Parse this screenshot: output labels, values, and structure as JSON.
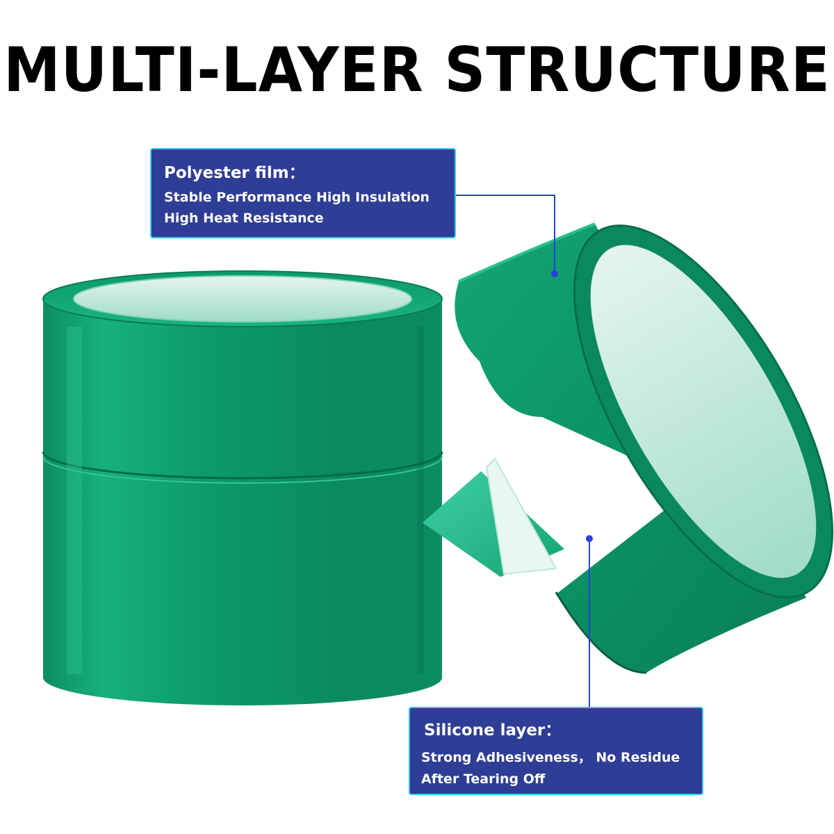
{
  "headline": "MULTI-LAYER STRUCTURE",
  "callouts": {
    "polyester": {
      "title": "Polyester film：",
      "lines": [
        "Stable Performance High Insulation",
        "High Heat Resistance"
      ]
    },
    "silicone": {
      "title": "Silicone layer：",
      "lines": [
        "Strong Adhesiveness， No Residue",
        "After Tearing Off"
      ]
    }
  },
  "colors": {
    "tape_green": "#0f9a6b",
    "tape_dark": "#087a52",
    "callout_fill": "#2e3d95",
    "callout_border": "#37c8e6",
    "leader_line": "#2a3fd8"
  }
}
